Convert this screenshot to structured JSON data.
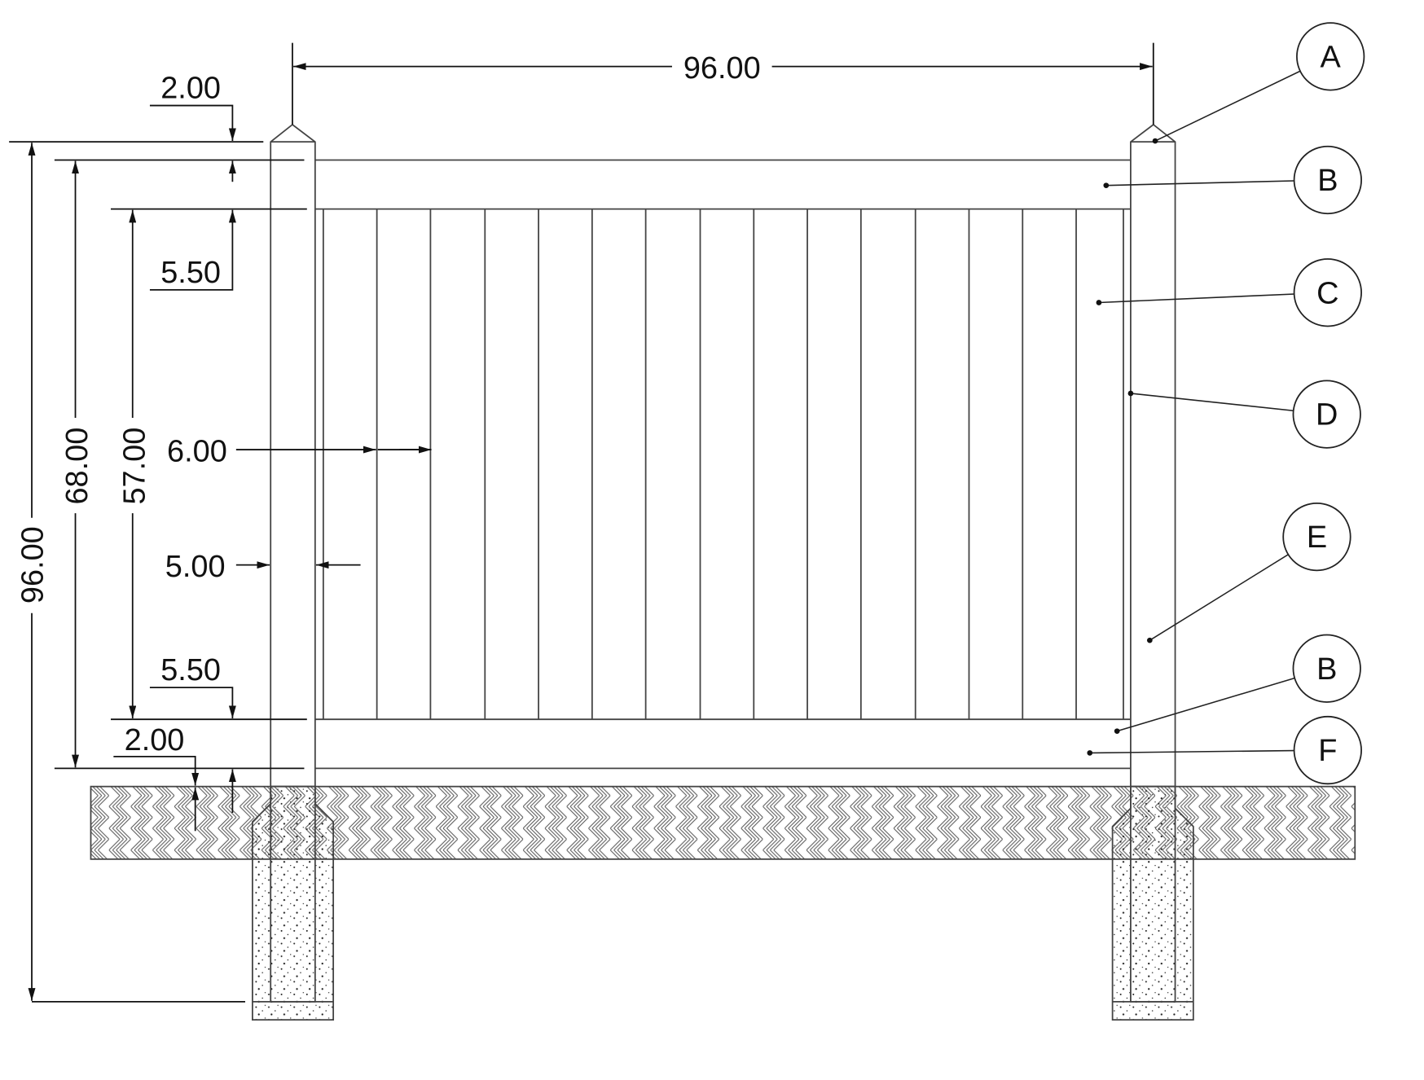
{
  "drawing": {
    "title": "Fence panel elevation",
    "dimensions": {
      "post_spacing": "96.00",
      "overall_height": "96.00",
      "panel_height": "68.00",
      "picket_height": "57.00",
      "post_top_offset": "2.00",
      "top_rail": "5.50",
      "picket_width": "6.00",
      "post_width": "5.00",
      "bottom_rail": "5.50",
      "ground_clearance": "2.00"
    },
    "callouts": [
      "A",
      "B",
      "C",
      "D",
      "E",
      "B",
      "F"
    ]
  }
}
